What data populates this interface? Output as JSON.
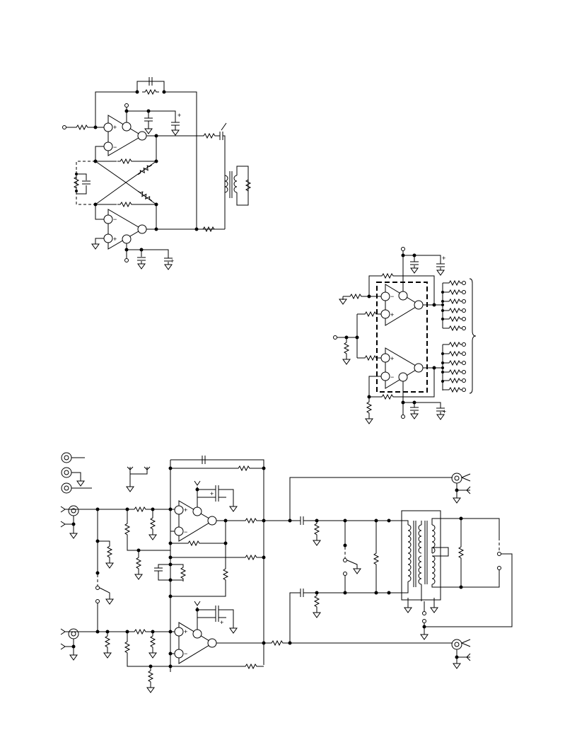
{
  "figures": [
    {
      "name": "figure-1-transformer-driver"
    },
    {
      "name": "figure-2-dual-opamp-fanout"
    },
    {
      "name": "figure-3-balanced-transformer-interface"
    }
  ],
  "symbols": {
    "plus": "+",
    "minus": "−"
  },
  "colors": {
    "ink": "#000000",
    "paper": "#ffffff"
  }
}
